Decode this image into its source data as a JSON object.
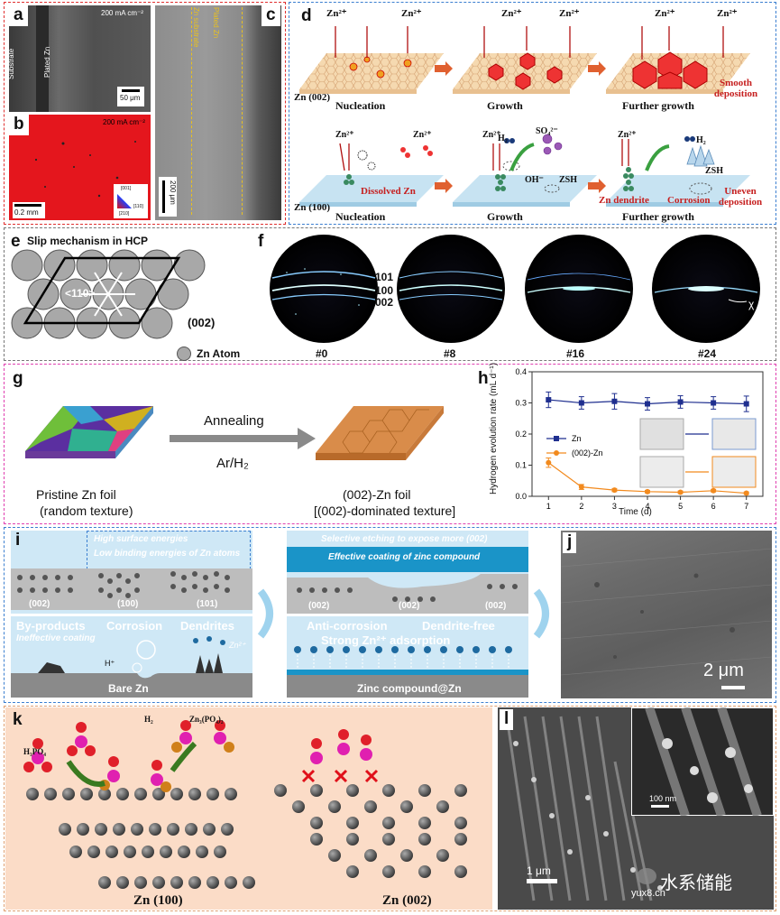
{
  "panel_a": {
    "label": "a",
    "current": "200 mA cm⁻²",
    "substrate": "Substrate",
    "plated": "Plated Zn",
    "scale": "50 μm"
  },
  "panel_b": {
    "label": "b",
    "current": "200 mA cm⁻²",
    "scale": "0.2 mm",
    "legend_001": "[001]",
    "legend_110": "[110]",
    "legend_210": "[210]"
  },
  "panel_c": {
    "label": "c",
    "substrate": "Zn substrate",
    "plated": "Plated Zn",
    "scale": "200 μm"
  },
  "panel_d": {
    "label": "d",
    "ion": "Zn²⁺",
    "top_face": "Zn (002)",
    "bottom_face": "Zn (100)",
    "stages": [
      "Nucleation",
      "Growth",
      "Further growth"
    ],
    "smooth": "Smooth deposition",
    "uneven": "Uneven deposition",
    "dissolved": "Dissolved Zn",
    "h2": "H₂",
    "so4": "SO₄²⁻",
    "oh": "OH⁻",
    "zsh": "ZSH",
    "dendrite": "Zn dendrite",
    "corrosion": "Corrosion"
  },
  "panel_e": {
    "label": "e",
    "title": "Slip mechanism in HCP",
    "dir": "<110>",
    "plane": "(002)",
    "legend": "Zn Atom"
  },
  "panel_f": {
    "label": "f",
    "rings": [
      "101",
      "100",
      "002"
    ],
    "samples": [
      "#0",
      "#8",
      "#16",
      "#24"
    ],
    "chi": "χ"
  },
  "panel_g": {
    "label": "g",
    "process": "Annealing",
    "gas": "Ar/H₂",
    "left_line1": "Pristine Zn foil",
    "left_line2": "(random texture)",
    "right_line1": "(002)-Zn foil",
    "right_line2": "[(002)-dominated texture]"
  },
  "panel_h": {
    "label": "h"
  },
  "chart_data": {
    "type": "line",
    "xlabel": "Time (d)",
    "ylabel": "Hydrogen evolution rate (mL d⁻¹)",
    "xlim": [
      0.5,
      7.5
    ],
    "ylim": [
      0,
      0.4
    ],
    "x_ticks": [
      1,
      2,
      3,
      4,
      5,
      6,
      7
    ],
    "y_ticks": [
      0.0,
      0.1,
      0.2,
      0.3,
      0.4
    ],
    "x": [
      1,
      2,
      3,
      4,
      5,
      6,
      7
    ],
    "series": [
      {
        "name": "Zn",
        "color": "#1f2f8f",
        "marker": "square",
        "values": [
          0.31,
          0.3,
          0.305,
          0.297,
          0.303,
          0.3,
          0.297
        ],
        "errors": [
          0.025,
          0.02,
          0.025,
          0.02,
          0.02,
          0.02,
          0.025
        ]
      },
      {
        "name": "(002)-Zn",
        "color": "#f28a1e",
        "marker": "circle",
        "values": [
          0.108,
          0.03,
          0.02,
          0.015,
          0.013,
          0.018,
          0.01
        ],
        "errors": [
          0.015,
          0.008,
          0.005,
          0.004,
          0.004,
          0.004,
          0.004
        ]
      }
    ],
    "legend_position": "center-left"
  },
  "panel_i": {
    "label": "i",
    "high_surface": "High surface energies",
    "low_binding": "Low binding energies of Zn atoms",
    "facets": [
      "(002)",
      "(100)",
      "(101)"
    ],
    "byproducts": "By-products",
    "ineffective": "Ineffective coating",
    "corrosion": "Corrosion",
    "dendrites": "Dendrites",
    "hplus": "H⁺",
    "zn2": "Zn²⁺",
    "bare": "Bare Zn",
    "selective": "Selective etching to expose more (002)",
    "effective": "Effective coating of zinc compound",
    "facets_right": [
      "(002)",
      "(002)",
      "(002)"
    ],
    "anti": "Anti-corrosion",
    "dendrite_free": "Dendrite-free",
    "strong": "Strong Zn²⁺ adsorption",
    "compound": "Zinc compound@Zn"
  },
  "panel_j": {
    "label": "j",
    "scale": "2 μm"
  },
  "panel_k": {
    "label": "k",
    "h2": "H₂",
    "h3po4": "H₃PO₄",
    "product": "Zn₃(PO₄)₂",
    "face_left": "Zn (100)",
    "face_right": "Zn (002)"
  },
  "panel_l": {
    "label": "l",
    "scale": "1 μm",
    "inset_scale": "100 nm",
    "watermark": "水系储能",
    "url": "yux8.cn"
  }
}
